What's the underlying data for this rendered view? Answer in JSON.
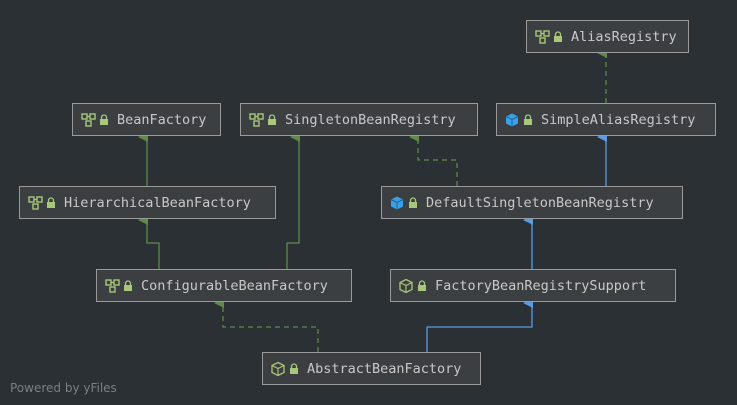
{
  "nodes": {
    "alias_registry": {
      "label": "AliasRegistry",
      "kind": "interface"
    },
    "bean_factory": {
      "label": "BeanFactory",
      "kind": "interface"
    },
    "singleton_bean_registry": {
      "label": "SingletonBeanRegistry",
      "kind": "interface"
    },
    "simple_alias_registry": {
      "label": "SimpleAliasRegistry",
      "kind": "class"
    },
    "hierarchical_bean_factory": {
      "label": "HierarchicalBeanFactory",
      "kind": "interface"
    },
    "default_singleton_bean_registry": {
      "label": "DefaultSingletonBeanRegistry",
      "kind": "class"
    },
    "configurable_bean_factory": {
      "label": "ConfigurableBeanFactory",
      "kind": "interface"
    },
    "factory_bean_registry_support": {
      "label": "FactoryBeanRegistrySupport",
      "kind": "abstract-class"
    },
    "abstract_bean_factory": {
      "label": "AbstractBeanFactory",
      "kind": "abstract-class"
    }
  },
  "edges": [
    {
      "from": "hierarchical_bean_factory",
      "to": "bean_factory",
      "type": "extends-interface"
    },
    {
      "from": "configurable_bean_factory",
      "to": "hierarchical_bean_factory",
      "type": "extends-interface"
    },
    {
      "from": "configurable_bean_factory",
      "to": "singleton_bean_registry",
      "type": "extends-interface"
    },
    {
      "from": "simple_alias_registry",
      "to": "alias_registry",
      "type": "implements"
    },
    {
      "from": "default_singleton_bean_registry",
      "to": "singleton_bean_registry",
      "type": "implements"
    },
    {
      "from": "default_singleton_bean_registry",
      "to": "simple_alias_registry",
      "type": "extends-class"
    },
    {
      "from": "factory_bean_registry_support",
      "to": "default_singleton_bean_registry",
      "type": "extends-class"
    },
    {
      "from": "abstract_bean_factory",
      "to": "factory_bean_registry_support",
      "type": "extends-class"
    },
    {
      "from": "abstract_bean_factory",
      "to": "configurable_bean_factory",
      "type": "implements"
    }
  ],
  "icons": {
    "interface": "interface-icon",
    "class": "class-icon",
    "abstract-class": "abstract-class-icon",
    "lock": "lock-icon"
  },
  "colors": {
    "background": "#2b3035",
    "node_fill": "#3c3f41",
    "node_border": "#9a9a9a",
    "text": "#c8c8c8",
    "green_edge": "#5f8a4a",
    "blue_edge": "#5b9be0",
    "interface_icon": "#a9c77a",
    "class_icon": "#3aa0e8"
  },
  "watermark": "Powered by yFiles"
}
